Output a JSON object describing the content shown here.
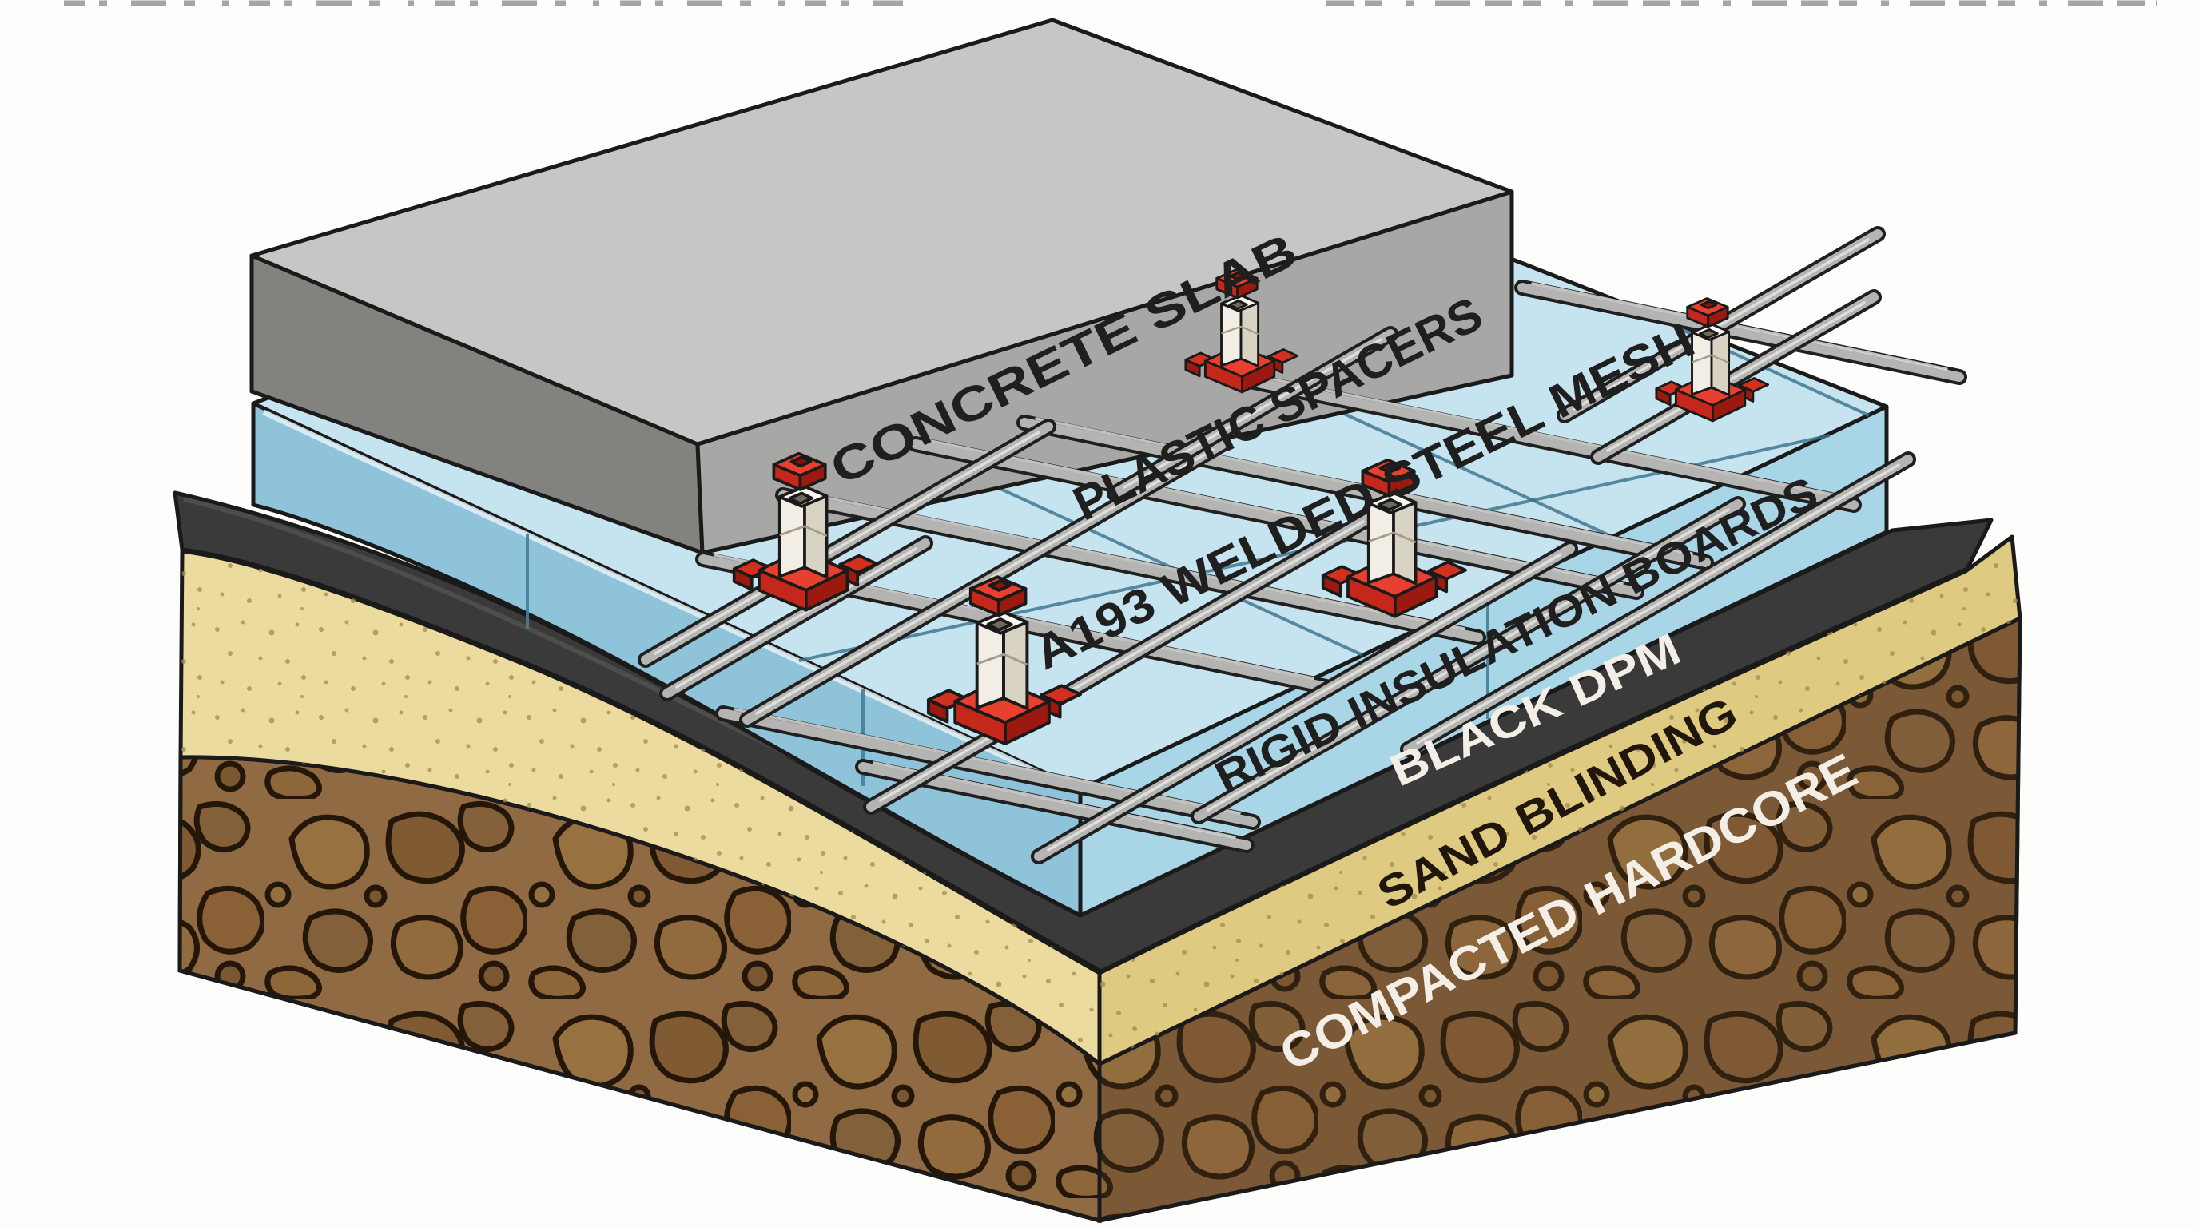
{
  "diagram": {
    "type": "isometric-construction-cross-section",
    "subject": "ground floor slab build-up",
    "labels": {
      "concrete_slab": "CONCRETE SLAB",
      "plastic_spacers": "PLASTIC SPACERS",
      "steel_mesh": "A193 WELDED STEEL MESH",
      "insulation_boards": "RIGID INSULATION BOARDS",
      "dpm": "BLACK DPM",
      "sand_blinding": "SAND BLINDING",
      "compacted_hardcore": "COMPACTED HARDCORE"
    },
    "layers_top_to_bottom": [
      "CONCRETE SLAB",
      "PLASTIC SPACERS",
      "A193 WELDED STEEL MESH",
      "RIGID INSULATION BOARDS",
      "BLACK DPM",
      "SAND BLINDING",
      "COMPACTED HARDCORE"
    ],
    "colors": {
      "background": "#fdfdfc",
      "outline": "#1a1a1a",
      "concrete_top": "#c6c6c4",
      "concrete_right": "#a7a7a5",
      "concrete_left": "#82827f",
      "insulation_top": "#c6e4f0",
      "insulation_right": "#a9d6e7",
      "insulation_left": "#8fc3da",
      "dpm": "#3a3a3a",
      "sand_left": "#ecdb9e",
      "sand_right": "#dfca82",
      "hardcore_left": "#8f6a42",
      "hardcore_right": "#7b5836",
      "mesh_rod": "#b4b4b2",
      "spacer_red": "#e8402e",
      "spacer_red_dark": "#9b190e",
      "spacer_white": "#f2eee5",
      "label_dark": "#1f1f1f",
      "label_light": "#f3efe7"
    }
  }
}
